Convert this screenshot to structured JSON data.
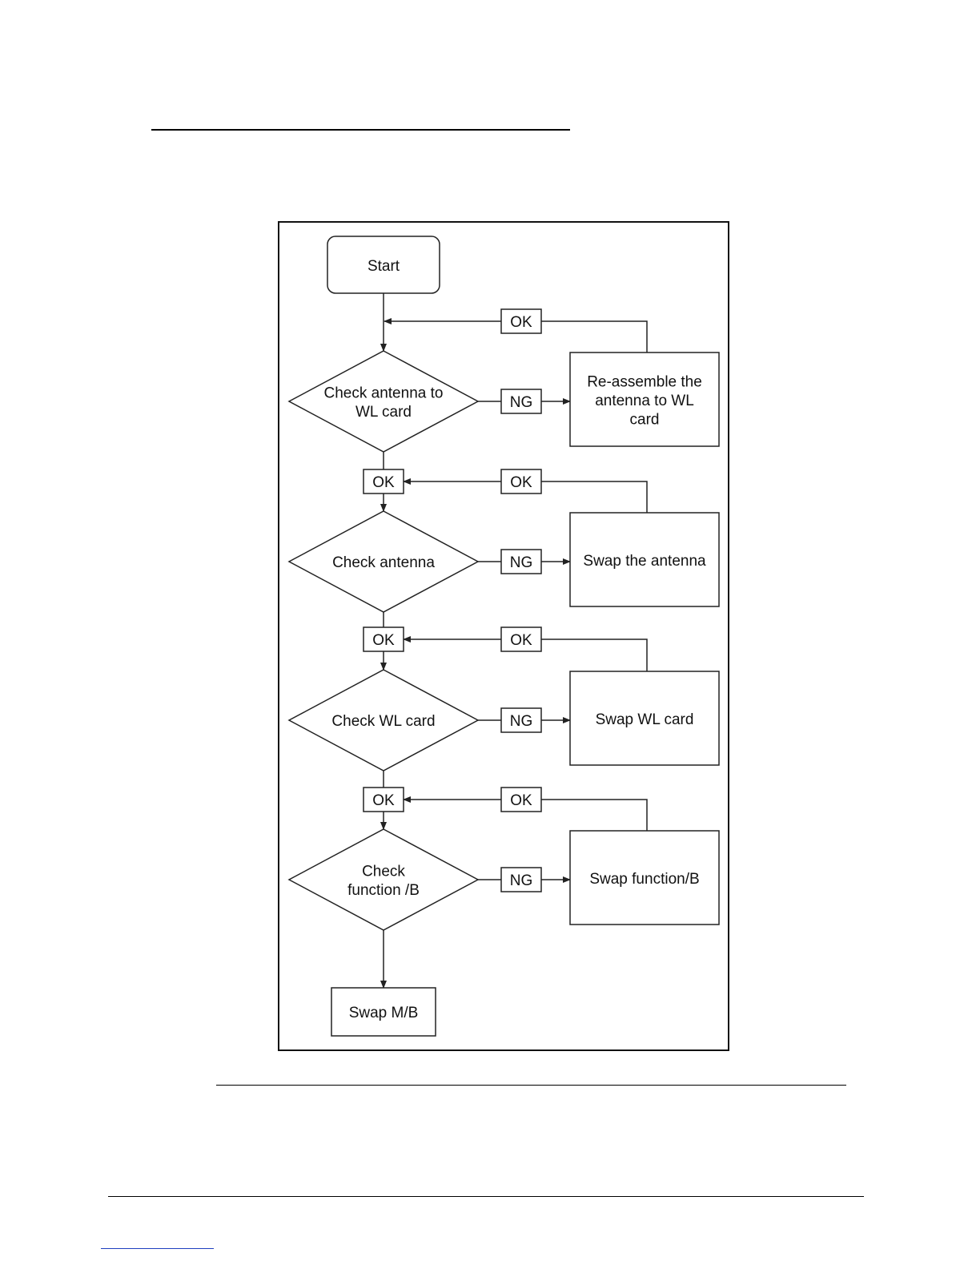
{
  "flowchart": {
    "start": "Start",
    "checks": [
      {
        "lines": [
          "Check  antenna to",
          "WL card"
        ],
        "ng": "NG",
        "ok": "OK",
        "action": [
          "Re-assemble the",
          "antenna to WL",
          "card"
        ]
      },
      {
        "lines": [
          "Check antenna"
        ],
        "ng": "NG",
        "ok": "OK",
        "action": [
          "Swap the antenna"
        ]
      },
      {
        "lines": [
          "Check WL card"
        ],
        "ng": "NG",
        "ok": "OK",
        "action": [
          "Swap WL card"
        ]
      },
      {
        "lines": [
          "Check",
          "function /B"
        ],
        "ng": "NG",
        "ok": "OK",
        "action": [
          "Swap function/B"
        ]
      }
    ],
    "pass_label": "OK",
    "end": "Swap M/B"
  }
}
